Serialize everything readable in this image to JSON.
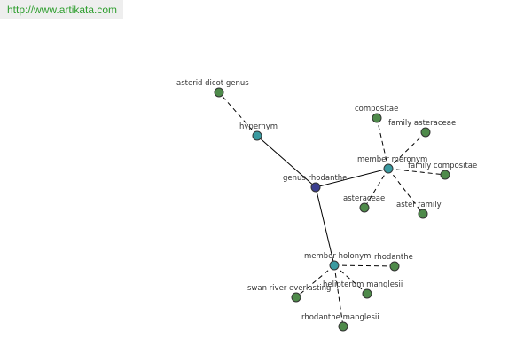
{
  "header": {
    "url": "http://www.artikata.com"
  },
  "colors": {
    "root_node": "#3c3f8f",
    "relation_node": "#3a9aa0",
    "leaf_node": "#4e8a4a",
    "url_text": "#2e9e2e"
  },
  "graph": {
    "nodes": [
      {
        "id": "genus-rhodanthe",
        "label": "genus rhodanthe",
        "kind": "root"
      },
      {
        "id": "hypernym",
        "label": "hypernym",
        "kind": "relation"
      },
      {
        "id": "member-meronym",
        "label": "member meronym",
        "kind": "relation"
      },
      {
        "id": "member-holonym",
        "label": "member holonym",
        "kind": "relation"
      },
      {
        "id": "asterid-dicot-genus",
        "label": "asterid dicot genus",
        "kind": "leaf"
      },
      {
        "id": "compositae",
        "label": "compositae",
        "kind": "leaf"
      },
      {
        "id": "family-asteraceae",
        "label": "family asteraceae",
        "kind": "leaf"
      },
      {
        "id": "family-compositae",
        "label": "family compositae",
        "kind": "leaf"
      },
      {
        "id": "asteraceae",
        "label": "asteraceae",
        "kind": "leaf"
      },
      {
        "id": "aster-family",
        "label": "aster family",
        "kind": "leaf"
      },
      {
        "id": "rhodanthe",
        "label": "rhodanthe",
        "kind": "leaf"
      },
      {
        "id": "swan-river-everlasting",
        "label": "swan river everlasting",
        "kind": "leaf"
      },
      {
        "id": "helipterum-manglesii",
        "label": "helipterum manglesii",
        "kind": "leaf"
      },
      {
        "id": "rhodanthe-manglesii",
        "label": "rhodanthe manglesii",
        "kind": "leaf"
      }
    ],
    "edges": [
      {
        "from": "genus-rhodanthe",
        "to": "hypernym",
        "style": "solid"
      },
      {
        "from": "genus-rhodanthe",
        "to": "member-meronym",
        "style": "solid"
      },
      {
        "from": "genus-rhodanthe",
        "to": "member-holonym",
        "style": "solid"
      },
      {
        "from": "hypernym",
        "to": "asterid-dicot-genus",
        "style": "dashed"
      },
      {
        "from": "member-meronym",
        "to": "compositae",
        "style": "dashed"
      },
      {
        "from": "member-meronym",
        "to": "family-asteraceae",
        "style": "dashed"
      },
      {
        "from": "member-meronym",
        "to": "family-compositae",
        "style": "dashed"
      },
      {
        "from": "member-meronym",
        "to": "asteraceae",
        "style": "dashed"
      },
      {
        "from": "member-meronym",
        "to": "aster-family",
        "style": "dashed"
      },
      {
        "from": "member-holonym",
        "to": "rhodanthe",
        "style": "dashed"
      },
      {
        "from": "member-holonym",
        "to": "swan-river-everlasting",
        "style": "dashed"
      },
      {
        "from": "member-holonym",
        "to": "helipterum-manglesii",
        "style": "dashed"
      },
      {
        "from": "member-holonym",
        "to": "rhodanthe-manglesii",
        "style": "dashed"
      }
    ]
  }
}
